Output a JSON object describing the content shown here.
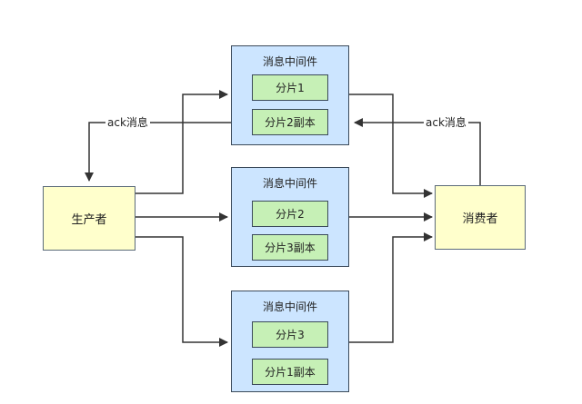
{
  "producer": {
    "label": "生产者"
  },
  "consumer": {
    "label": "消费者"
  },
  "middlewares": [
    {
      "title": "消息中间件",
      "shards": [
        "分片1",
        "分片2副本"
      ]
    },
    {
      "title": "消息中间件",
      "shards": [
        "分片2",
        "分片3副本"
      ]
    },
    {
      "title": "消息中间件",
      "shards": [
        "分片3",
        "分片1副本"
      ]
    }
  ],
  "ack_labels": {
    "to_producer": "ack消息",
    "from_consumer": "ack消息"
  },
  "colors": {
    "node_fill": "#ffffcc",
    "middleware_fill": "#cce5ff",
    "shard_fill": "#c6f0b6",
    "line": "#333333"
  }
}
